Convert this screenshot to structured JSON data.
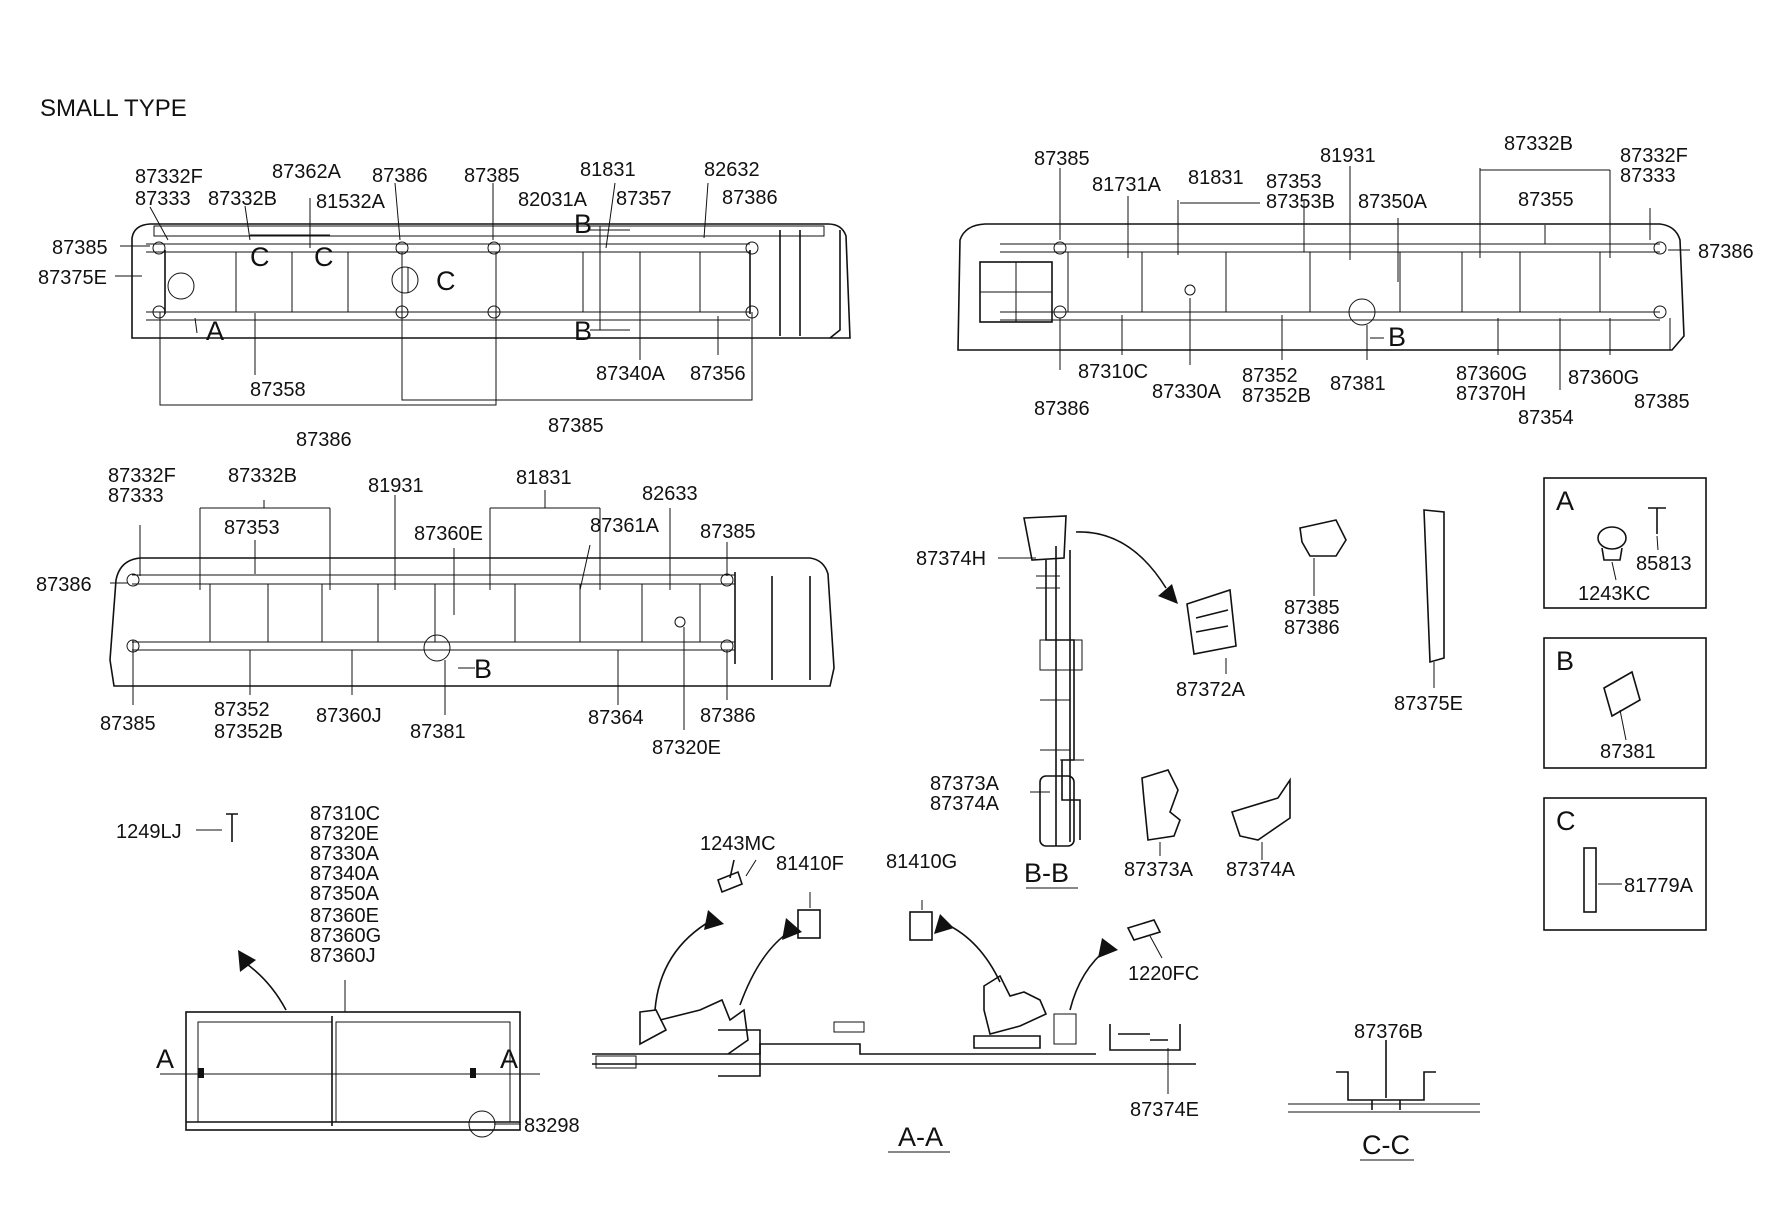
{
  "title": "SMALL TYPE",
  "view1": {
    "labels": [
      "87332F",
      "87333",
      "87362A",
      "87332B",
      "81532A",
      "87386",
      "87385",
      "81831",
      "82632",
      "82031A",
      "87357",
      "87386",
      "87385",
      "87375E",
      "B",
      "C",
      "C",
      "C",
      "A",
      "B",
      "87358",
      "87340A",
      "87356",
      "87386",
      "87385"
    ]
  },
  "view2": {
    "labels": [
      "87385",
      "81731A",
      "81831",
      "87353",
      "87353B",
      "81931",
      "87332B",
      "87332F",
      "87333",
      "87350A",
      "87355",
      "87386",
      "B",
      "87310C",
      "87330A",
      "87352",
      "87352B",
      "87381",
      "87360G",
      "87370H",
      "87360G",
      "87354",
      "87386",
      "87385"
    ]
  },
  "view3": {
    "labels": [
      "87332F",
      "87333",
      "87332B",
      "87353",
      "81931",
      "81831",
      "82633",
      "87361A",
      "87360E",
      "87385",
      "87386",
      "B",
      "87352",
      "87352B",
      "87360J",
      "87381",
      "87364",
      "87320E",
      "87385",
      "87386"
    ]
  },
  "detailA": {
    "letter": "A",
    "labels": [
      "85813",
      "1243KC"
    ]
  },
  "detailB": {
    "letter": "B",
    "labels": [
      "87381"
    ]
  },
  "detailC": {
    "letter": "C",
    "labels": [
      "81779A"
    ]
  },
  "sectionBB": {
    "title": "B-B",
    "labels": [
      "87374H",
      "87372A",
      "87385",
      "87386",
      "87375E",
      "87373A",
      "87374A",
      "87373A",
      "87374A"
    ]
  },
  "sectionAA": {
    "title": "A-A",
    "labels": [
      "1243MC",
      "81410F",
      "81410G",
      "1220FC",
      "87374E"
    ]
  },
  "sectionCC": {
    "title": "C-C",
    "labels": [
      "87376B"
    ]
  },
  "windowAssembly": {
    "parts": [
      "87310C",
      "87320E",
      "87330A",
      "87340A",
      "87350A",
      "87360E",
      "87360G",
      "87360J"
    ],
    "screw": "1249LJ",
    "section_letter": "A",
    "seal": "83298"
  }
}
